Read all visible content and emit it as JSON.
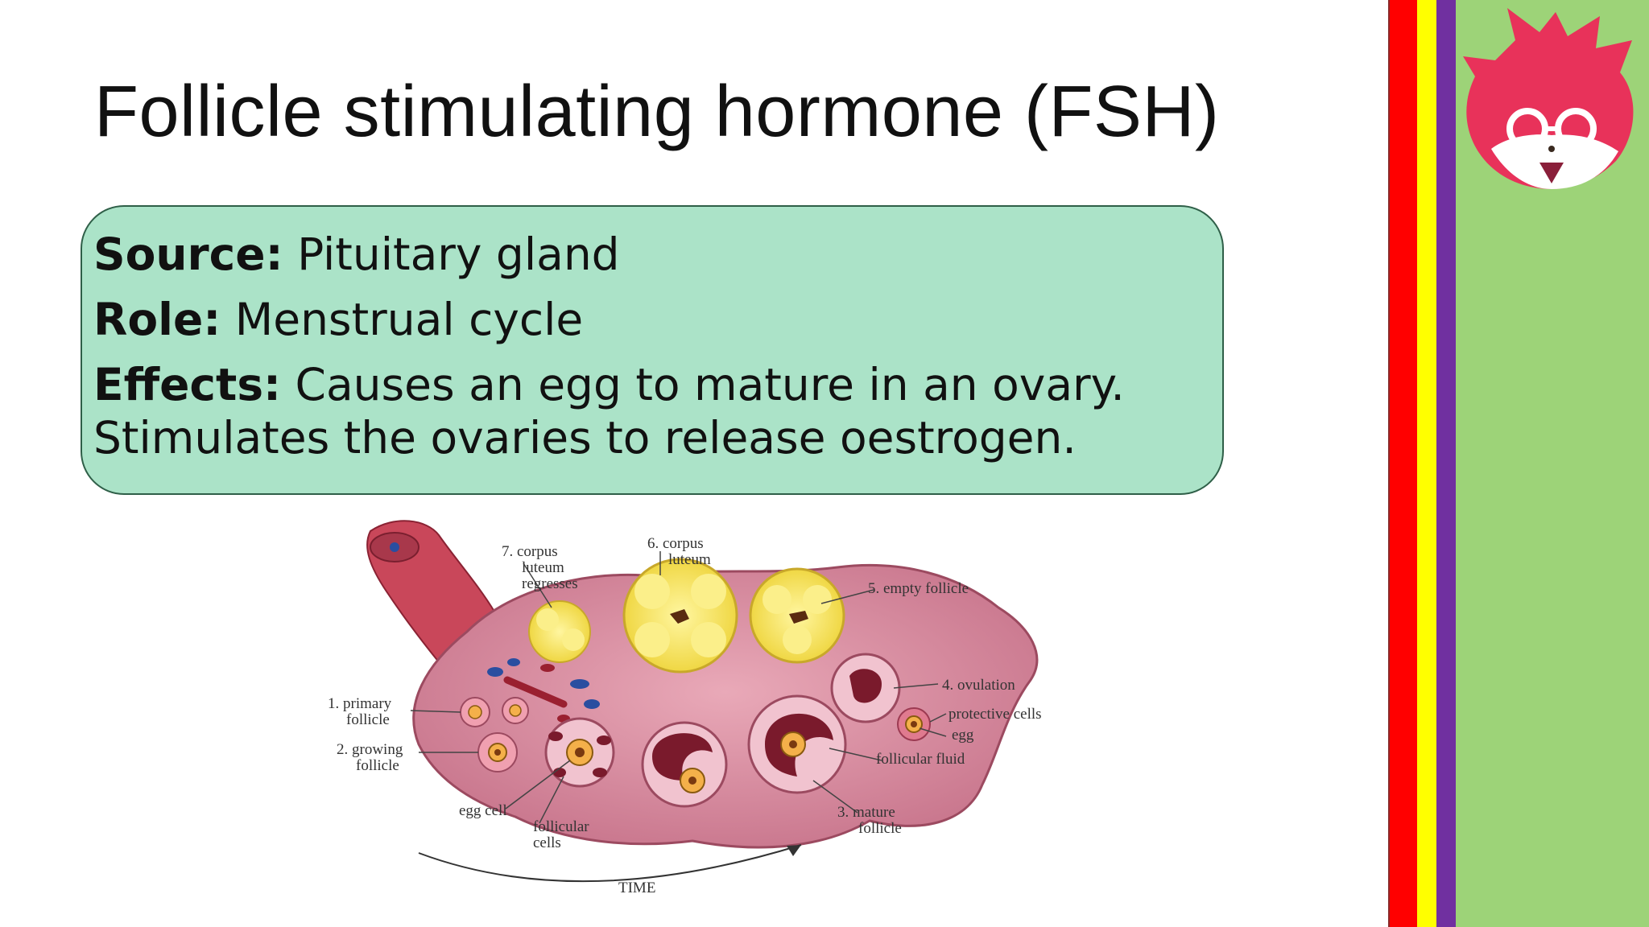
{
  "slide": {
    "title": "Follicle stimulating hormone (FSH)"
  },
  "info": {
    "source_label": "Source:",
    "source_value": "Pituitary gland",
    "role_label": "Role:",
    "role_value": "Menstrual cycle",
    "effects_label": "Effects:",
    "effects_line1": "Causes an egg to mature in an ovary.",
    "effects_line2": "Stimulates the ovaries to release oestrogen."
  },
  "diagram": {
    "labels": {
      "corpus_regresses_1": "7. corpus",
      "corpus_regresses_2": "luteum",
      "corpus_regresses_3": "regresses",
      "corpus_luteum_1": "6. corpus",
      "corpus_luteum_2": "luteum",
      "empty_follicle": "5. empty follicle",
      "ovulation": "4. ovulation",
      "protective_cells": "protective cells",
      "egg": "egg",
      "follicular_fluid": "follicular fluid",
      "mature_follicle_1": "3. mature",
      "mature_follicle_2": "follicle",
      "primary_follicle_1": "1. primary",
      "primary_follicle_2": "follicle",
      "growing_follicle_1": "2. growing",
      "growing_follicle_2": "follicle",
      "egg_cell": "egg cell",
      "follicular_cells_1": "follicular",
      "follicular_cells_2": "cells",
      "time": "TIME"
    }
  },
  "colors": {
    "title_text": "#111111",
    "info_box_bg": "#abe3c8",
    "info_box_border": "#2f5f48",
    "stripe_red": "#ff0000",
    "stripe_yellow": "#ffff00",
    "stripe_purple": "#7030a0",
    "side_panel": "#9dd378",
    "logo_flame": "#e8325a",
    "ovary_tissue": "#d98a9e",
    "corpus_luteum": "#f7e85a"
  },
  "icons": {
    "logo": "flame-mascot-with-glasses-icon"
  }
}
